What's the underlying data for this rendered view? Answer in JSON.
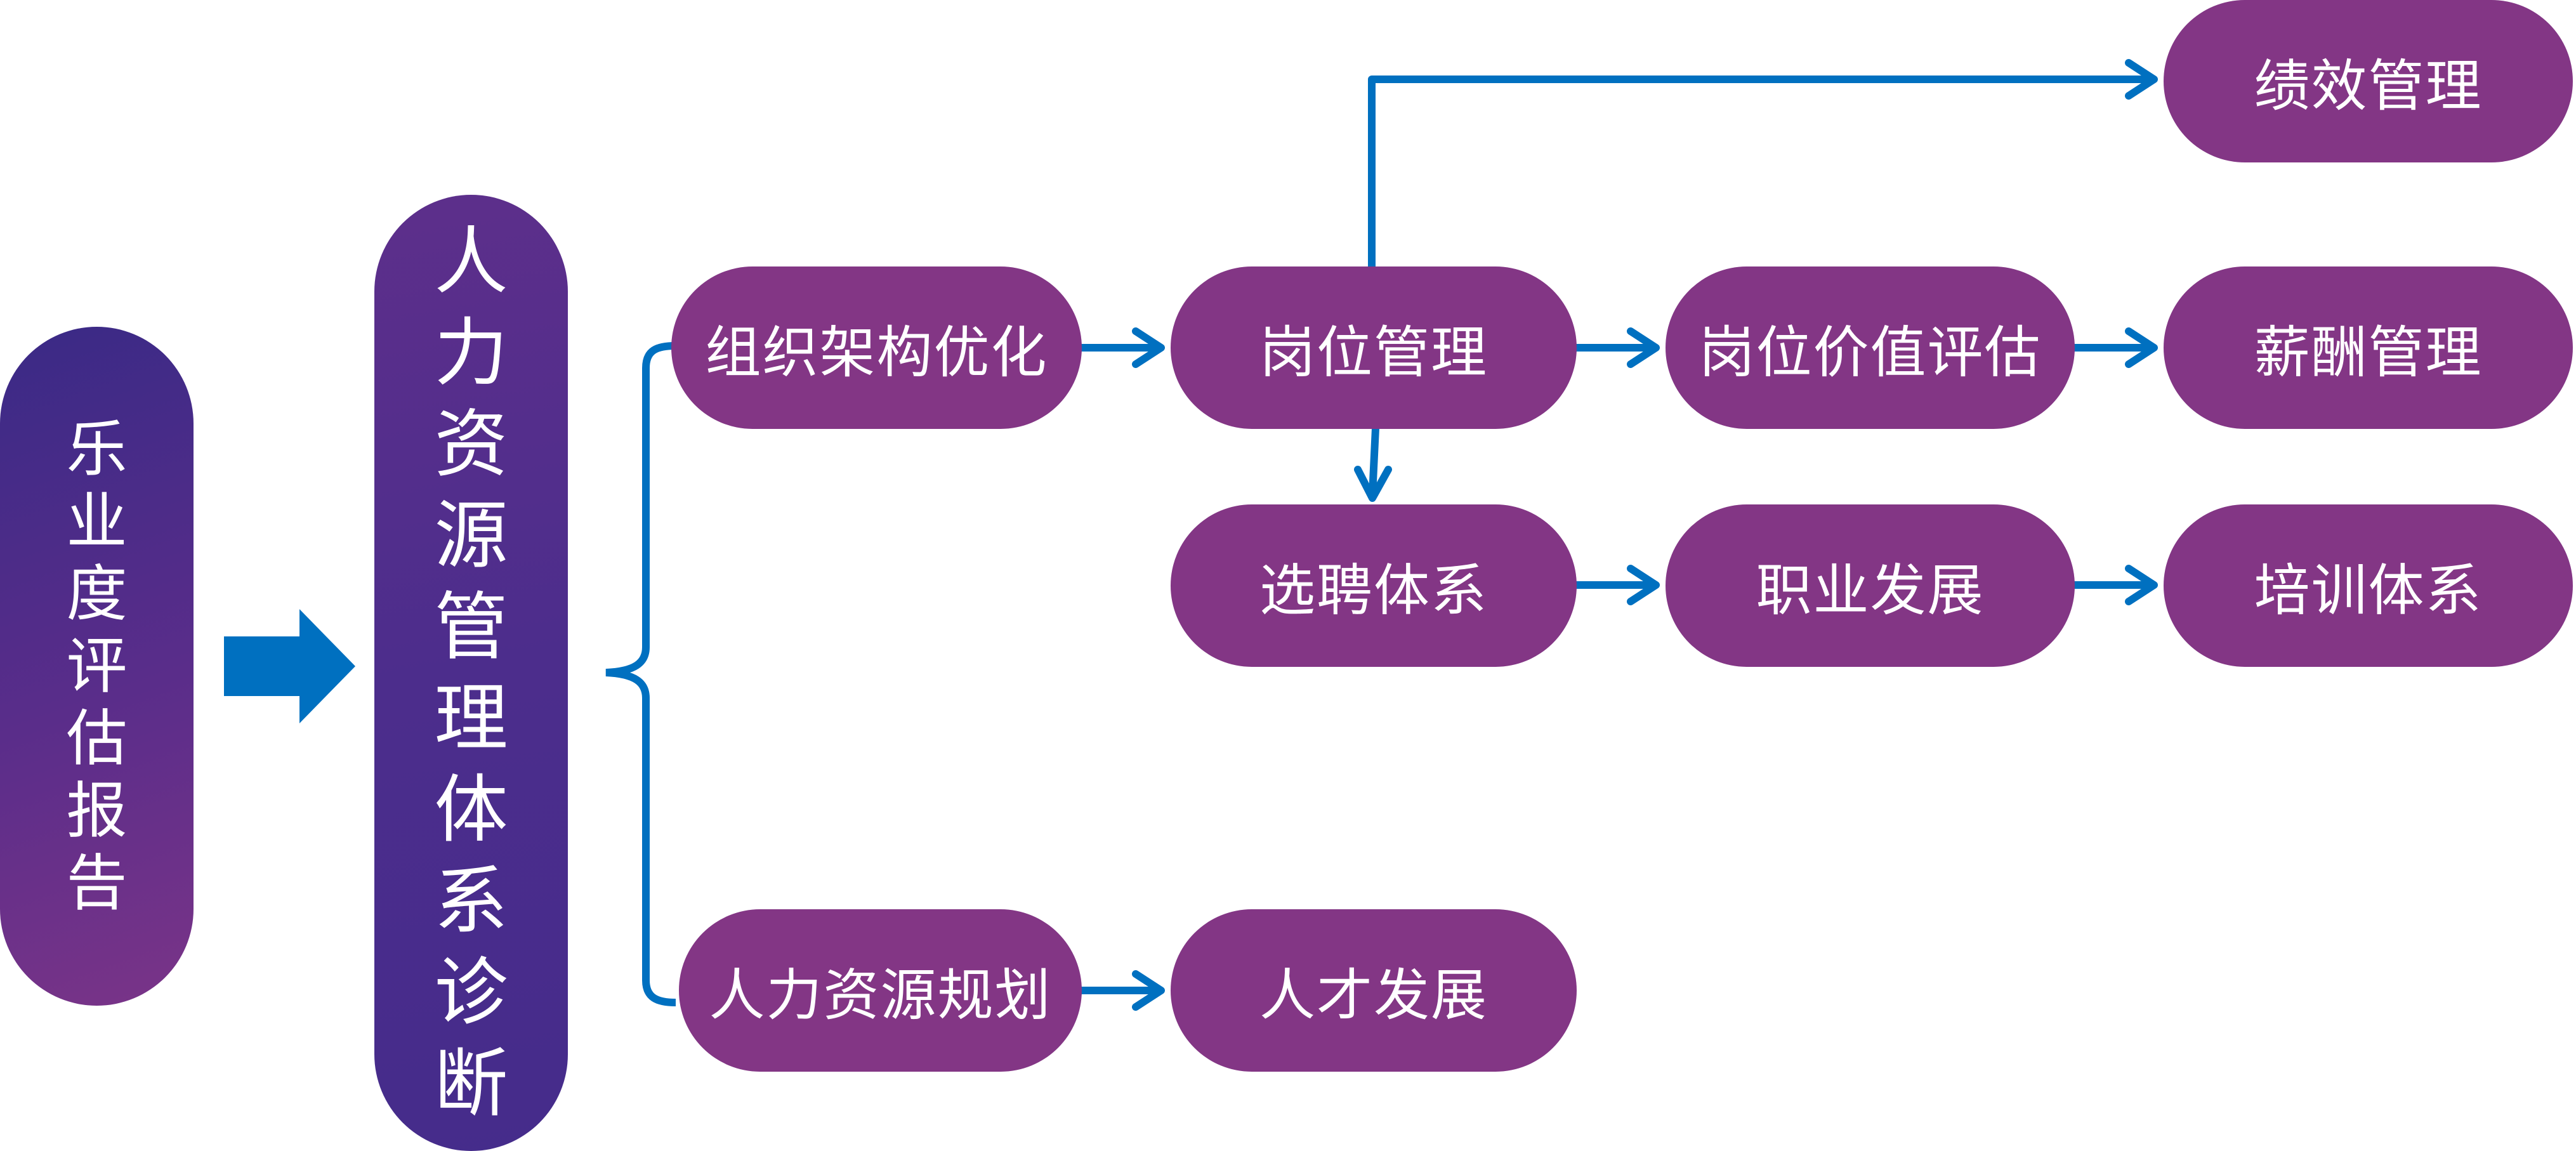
{
  "colors": {
    "node_fill": "#833685",
    "connector": "#0070C0",
    "big_arrow": "#0070C0",
    "text": "#FFFFFF"
  },
  "root": {
    "label": "乐业度评估报告"
  },
  "diagnosis": {
    "label": "人力资源管理体系诊断"
  },
  "nodes": {
    "org_structure": "组织架构优化",
    "position_mgmt": "岗位管理",
    "position_eval": "岗位价值评估",
    "compensation": "薪酬管理",
    "performance": "绩效管理",
    "recruitment": "选聘体系",
    "career": "职业发展",
    "training": "培训体系",
    "hr_planning": "人力资源规划",
    "talent_dev": "人才发展"
  }
}
